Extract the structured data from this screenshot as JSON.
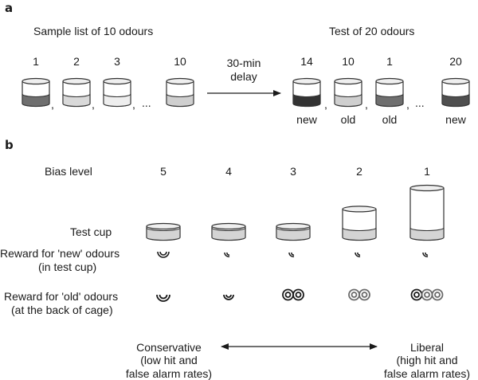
{
  "panel_a": {
    "label": "a",
    "sample_title": "Sample list of 10 odours",
    "test_title": "Test of 20 odours",
    "sample_cups": [
      {
        "number": "1",
        "fill": "#6f6f6f"
      },
      {
        "number": "2",
        "fill": "#d9d9d9"
      },
      {
        "number": "3",
        "fill": "#eeeeee"
      },
      {
        "number": "10",
        "fill": "#cfcfcf"
      }
    ],
    "test_cups": [
      {
        "number": "14",
        "fill": "#333333",
        "status": "new"
      },
      {
        "number": "10",
        "fill": "#cfcfcf",
        "status": "old"
      },
      {
        "number": "1",
        "fill": "#6f6f6f",
        "status": "old"
      },
      {
        "number": "20",
        "fill": "#4f4f4f",
        "status": "new"
      }
    ],
    "comma": ",",
    "ellipsis": "...",
    "delay_line1": "30-min",
    "delay_line2": "delay"
  },
  "panel_b": {
    "label": "b",
    "bias_label": "Bias level",
    "bias_levels": [
      "5",
      "4",
      "3",
      "2",
      "1"
    ],
    "cup_depth_fraction": [
      0.0,
      0.0,
      0.0,
      0.45,
      1.0
    ],
    "test_cup_label": "Test cup",
    "reward_new_line1": "Reward for 'new' odours",
    "reward_new_line2": "(in test cup)",
    "reward_old_line1": "Reward for 'old' odours",
    "reward_old_line2": "(at the back of cage)",
    "old_reward_counts": [
      0,
      0,
      2,
      2,
      3
    ],
    "conservative_lines": [
      "Conservative",
      "(low hit and",
      "false alarm rates)"
    ],
    "liberal_lines": [
      "Liberal",
      "(high hit and",
      "false alarm rates)"
    ]
  },
  "colors": {
    "ink": "#1a1a1a",
    "cup_liquid_light": "#d4d4d4",
    "cup_rim": "#e6e6e6"
  }
}
